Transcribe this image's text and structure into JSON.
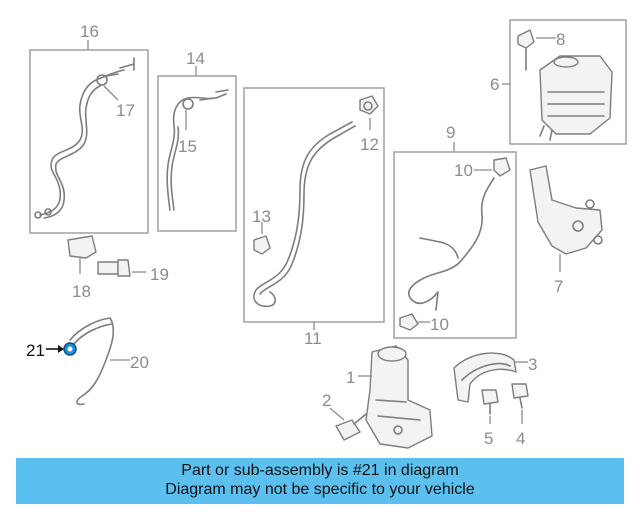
{
  "callouts": {
    "c1": "1",
    "c2": "2",
    "c3": "3",
    "c4": "4",
    "c5": "5",
    "c6": "6",
    "c7": "7",
    "c8": "8",
    "c9": "9",
    "c10a": "10",
    "c10b": "10",
    "c11": "11",
    "c12": "12",
    "c13": "13",
    "c14": "14",
    "c15": "15",
    "c16": "16",
    "c17": "17",
    "c18": "18",
    "c19": "19",
    "c20": "20",
    "c21": "21"
  },
  "banner": {
    "line1": "Part or sub-assembly is #21 in diagram",
    "line2": "Diagram may not be specific to your vehicle"
  },
  "colors": {
    "banner_bg": "#5bc0f0",
    "highlight_part": "#1e8fd8",
    "line_art": "#7d7d7d"
  }
}
